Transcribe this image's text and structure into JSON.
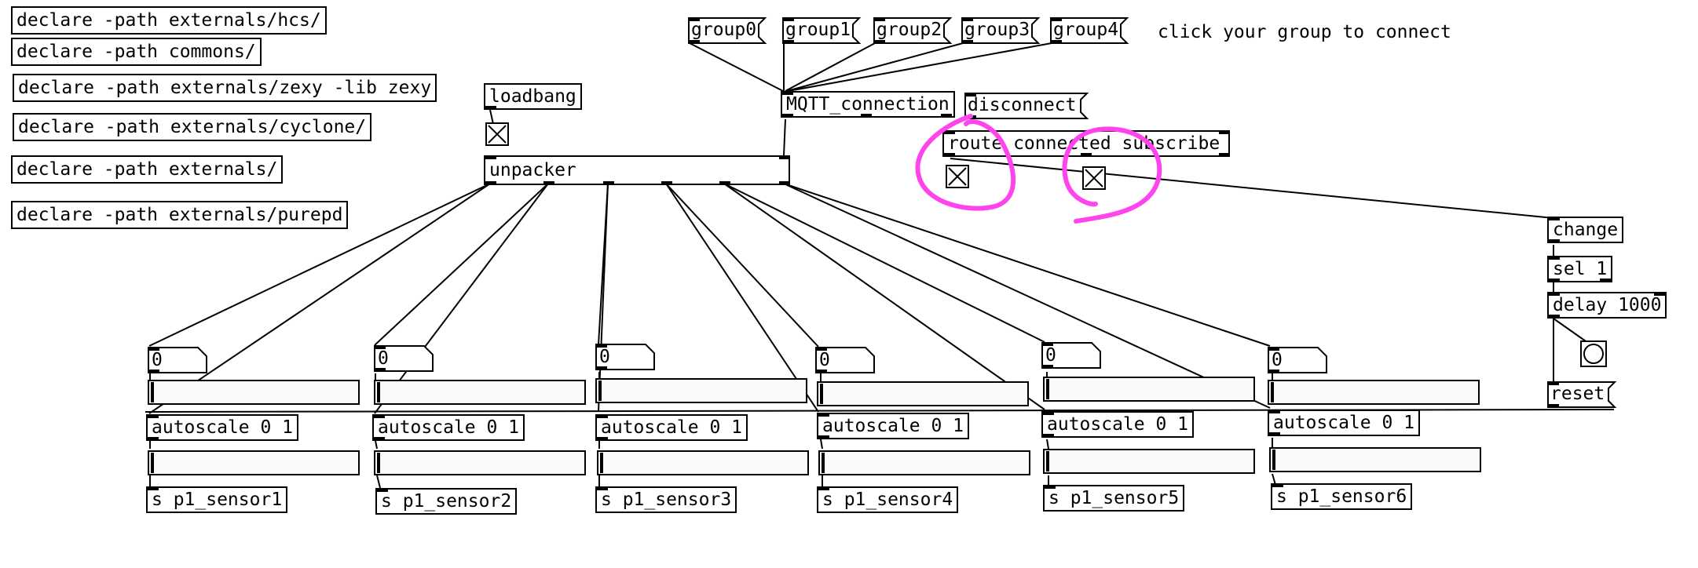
{
  "declares": [
    "declare -path externals/hcs/",
    "declare -path commons/",
    "declare -path externals/zexy -lib zexy",
    "declare -path externals/cyclone/",
    "declare -path externals/",
    "declare -path externals/purepd"
  ],
  "groups": [
    "group0",
    "group1",
    "group2",
    "group3",
    "group4"
  ],
  "comment": "click your group to connect",
  "objects": {
    "loadbang": "loadbang",
    "mqtt": "MQTT_connection",
    "disconnect": "disconnect",
    "route": "route connected subscribe",
    "unpacker": "unpacker",
    "change": "change",
    "sel": "sel 1",
    "delay": "delay 1000",
    "reset": "reset"
  },
  "channels": [
    {
      "number": "0",
      "autoscale": "autoscale 0 1",
      "send": "s p1_sensor1"
    },
    {
      "number": "0",
      "autoscale": "autoscale 0 1",
      "send": "s p1_sensor2"
    },
    {
      "number": "0",
      "autoscale": "autoscale 0 1",
      "send": "s p1_sensor3"
    },
    {
      "number": "0",
      "autoscale": "autoscale 0 1",
      "send": "s p1_sensor4"
    },
    {
      "number": "0",
      "autoscale": "autoscale 0 1",
      "send": "s p1_sensor5"
    },
    {
      "number": "0",
      "autoscale": "autoscale 0 1",
      "send": "s p1_sensor6"
    }
  ],
  "colors": {
    "annotation": "#ff44ee",
    "wire": "#000000",
    "slider_bg": "#fafafa"
  }
}
